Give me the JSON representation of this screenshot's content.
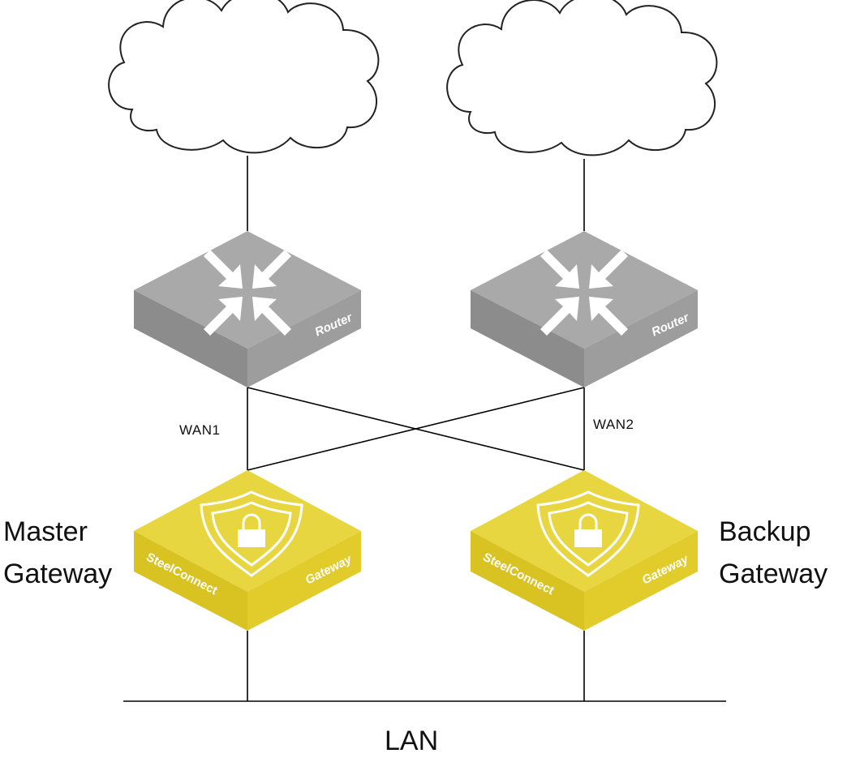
{
  "labels": {
    "wan1": "WAN1",
    "wan2": "WAN2",
    "master_line1": "Master",
    "master_line2": "Gateway",
    "backup_line1": "Backup",
    "backup_line2": "Gateway",
    "lan": "LAN"
  },
  "devices": {
    "router_left": {
      "text": "Router",
      "icon": "arrows-in-icon"
    },
    "router_right": {
      "text": "Router",
      "icon": "arrows-in-icon"
    },
    "gateway_left": {
      "brand": "SteelConnect",
      "text": "Gateway",
      "icon": "shield-lock-icon"
    },
    "gateway_right": {
      "brand": "SteelConnect",
      "text": "Gateway",
      "icon": "shield-lock-icon"
    }
  },
  "colors": {
    "router_top": "#a9a9a9",
    "router_side_left": "#8c8c8c",
    "router_side_right": "#9d9d9d",
    "gateway_top": "#e8d640",
    "gateway_side_left": "#d9c322",
    "gateway_side_right": "#e2cc2c",
    "line": "#000000"
  }
}
